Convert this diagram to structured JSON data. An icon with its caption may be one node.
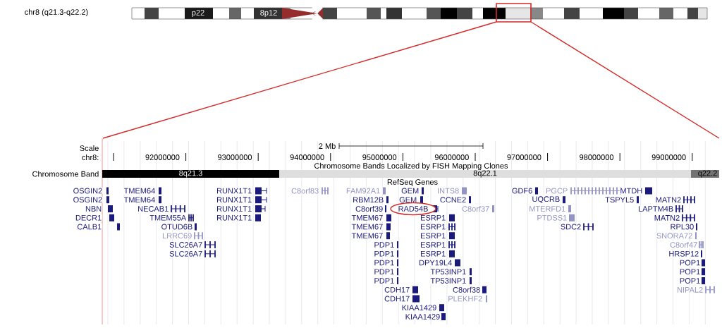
{
  "diagram": {
    "nodes": [
      {
        "text": [
          "RAD54B"
        ]
      }
    ],
    "labels": [
      "chr8 (q21.3-q22.2)",
      "p22",
      "8p12",
      "Scale",
      "2 Mb",
      "chr8:",
      "92000000",
      "93000000",
      "94000000",
      "95000000",
      "96000000",
      "97000000",
      "98000000",
      "99000000",
      "Chromosome Bands Localized by FISH Mapping Clones",
      "Chromosome Band",
      "8q21.3",
      "8q22.1",
      "q22.2",
      "RefSeq Genes",
      "OSGIN2",
      "TMEM64",
      "RUNX1T1",
      "C8orf83",
      "FAM92A1",
      "GEM",
      "INTS8",
      "GDF6",
      "PGCP",
      "MTDH",
      "OSGIN2",
      "TMEM64",
      "RUNX1T1",
      "RBM12B",
      "GEM",
      "CCNE2",
      "UQCRB",
      "TSPYL5",
      "MATN2",
      "NBN",
      "NECAB1",
      "RUNX1T1",
      "C8orf39",
      "C8orf37",
      "MTERFD1",
      "LAPTM4B",
      "DECR1",
      "TMEM55A",
      "RUNX1T1",
      "TMEM67",
      "ESRP1",
      "PTDSS1",
      "MATN2",
      "CALB1",
      "OTUD6B",
      "TMEM67",
      "ESRP1",
      "SDC2",
      "RPL30",
      "LRRC69",
      "TMEM67",
      "ESRP1",
      "SNORA72",
      "SLC26A7",
      "PDP1",
      "ESRP1",
      "C8orf47",
      "SLC26A7",
      "PDP1",
      "ESRP1",
      "HRSP12",
      "PDP1",
      "DPY19L4",
      "POP1",
      "PDP1",
      "TP53INP1",
      "POP1",
      "PDP1",
      "TP53INP1",
      "POP1",
      "CDH17",
      "C8orf38",
      "NIPAL2",
      "CDH17",
      "PLEKHF2",
      "KIAA1429",
      "KIAA1429"
    ]
  }
}
